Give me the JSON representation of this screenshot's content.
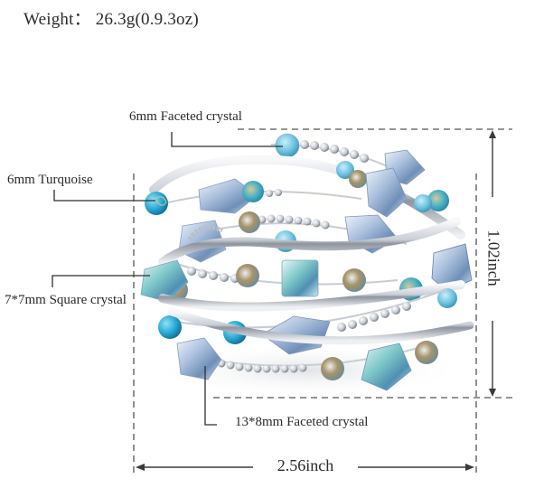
{
  "header": {
    "weight_text": "Weight： 26.3g(0.9.3oz)"
  },
  "callouts": [
    {
      "id": "faceted-6mm",
      "label": "6mm Faceted crystal"
    },
    {
      "id": "turquoise-6mm",
      "label": "6mm Turquoise"
    },
    {
      "id": "square-7x7",
      "label": "7*7mm Square crystal"
    },
    {
      "id": "faceted-13x8",
      "label": "13*8mm Faceted crystal"
    }
  ],
  "dimensions": {
    "height_label": "1.02inch",
    "width_label": "2.56inch"
  },
  "product": {
    "image_alt": "Multi-strand wrap bracelet with silver beads, turquoise and blue crystals"
  },
  "colors": {
    "silver": "#d9dde3",
    "turquoise": "#2aa7cf",
    "crystal_blue": "#9fb7d6",
    "crystal_teal": "#7fc4c8",
    "amber_ab": "#b49a6a",
    "line": "#3a3a3a"
  }
}
